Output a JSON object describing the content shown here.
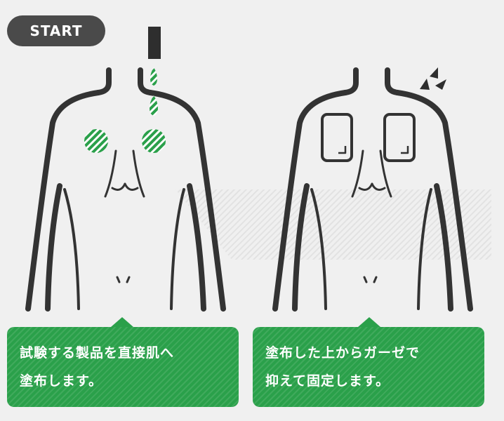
{
  "start_badge": {
    "label": "START"
  },
  "step_one": {
    "lines": [
      "試験する製品を直接肌へ",
      "塗布します。"
    ]
  },
  "step_two": {
    "lines": [
      "塗布した上からガーゼで",
      "抑えて固定します。"
    ]
  },
  "colors": {
    "background": "#f0f0f0",
    "accent_green": "#2aa04a",
    "line_dark": "#333333",
    "badge_dark": "#4a4a4a"
  },
  "icons": [
    "dropper-icon",
    "spray-droplet-icon",
    "applied-patch-icon",
    "gauze-pad-icon",
    "impact-burst-icon"
  ]
}
